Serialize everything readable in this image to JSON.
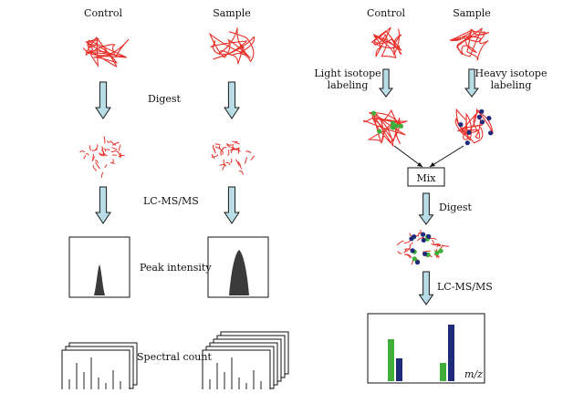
{
  "label_free": {
    "control_label": "Control",
    "sample_label": "Sample",
    "digest_label": "Digest",
    "lcms_label": "LC-MS/MS",
    "peak_intensity_label": "Peak intensity",
    "spectral_count_label": "Spectral count"
  },
  "isotope": {
    "control_label": "Control",
    "sample_label": "Sample",
    "light_label": "Light isotope\nlabeling",
    "heavy_label": "Heavy isotope\nlabeling",
    "mix_label": "Mix",
    "digest_label": "Digest",
    "lcms_label": "LC-MS/MS",
    "axis_label": "m/z"
  },
  "colors": {
    "protein": "#e8312a",
    "arrow_fill": "#b8dde6",
    "arrow_stroke": "#1a1a1a",
    "light_tag": "#3fae3a",
    "heavy_tag": "#1f2a7a",
    "peak_fill": "#3b3b3b"
  }
}
